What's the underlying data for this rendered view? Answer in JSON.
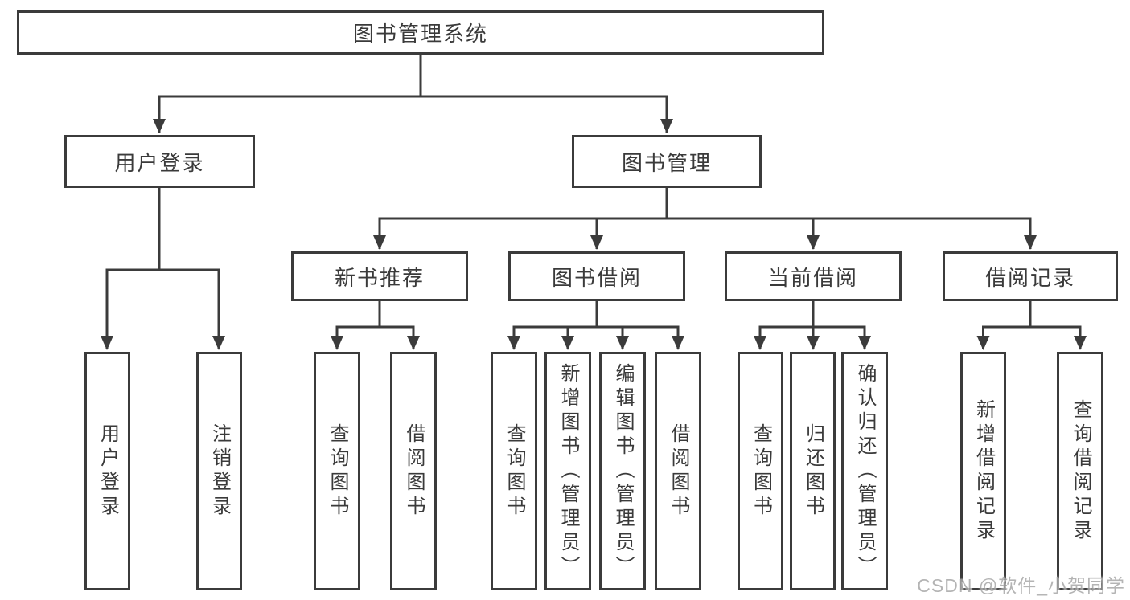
{
  "tree": {
    "label": "图书管理系统",
    "children": [
      {
        "label": "用户登录",
        "children": [
          {
            "label": "用户登录"
          },
          {
            "label": "注销登录"
          }
        ]
      },
      {
        "label": "图书管理",
        "children": [
          {
            "label": "新书推荐",
            "children": [
              {
                "label": "查询图书"
              },
              {
                "label": "借阅图书"
              }
            ]
          },
          {
            "label": "图书借阅",
            "children": [
              {
                "label": "查询图书"
              },
              {
                "label": "新增图书（管理员）"
              },
              {
                "label": "编辑图书（管理员）"
              },
              {
                "label": "借阅图书"
              }
            ]
          },
          {
            "label": "当前借阅",
            "children": [
              {
                "label": "查询图书"
              },
              {
                "label": "归还图书"
              },
              {
                "label": "确认归还（管理员）"
              }
            ]
          },
          {
            "label": "借阅记录",
            "children": [
              {
                "label": "新增借阅记录"
              },
              {
                "label": "查询借阅记录"
              }
            ]
          }
        ]
      }
    ]
  },
  "watermark": {
    "text": "CSDN @软件_小贺同学"
  },
  "colors": {
    "line": "#3b3b3b",
    "text": "#3a3a3a",
    "background": "#ffffff",
    "watermark": "#a8a8a8"
  }
}
